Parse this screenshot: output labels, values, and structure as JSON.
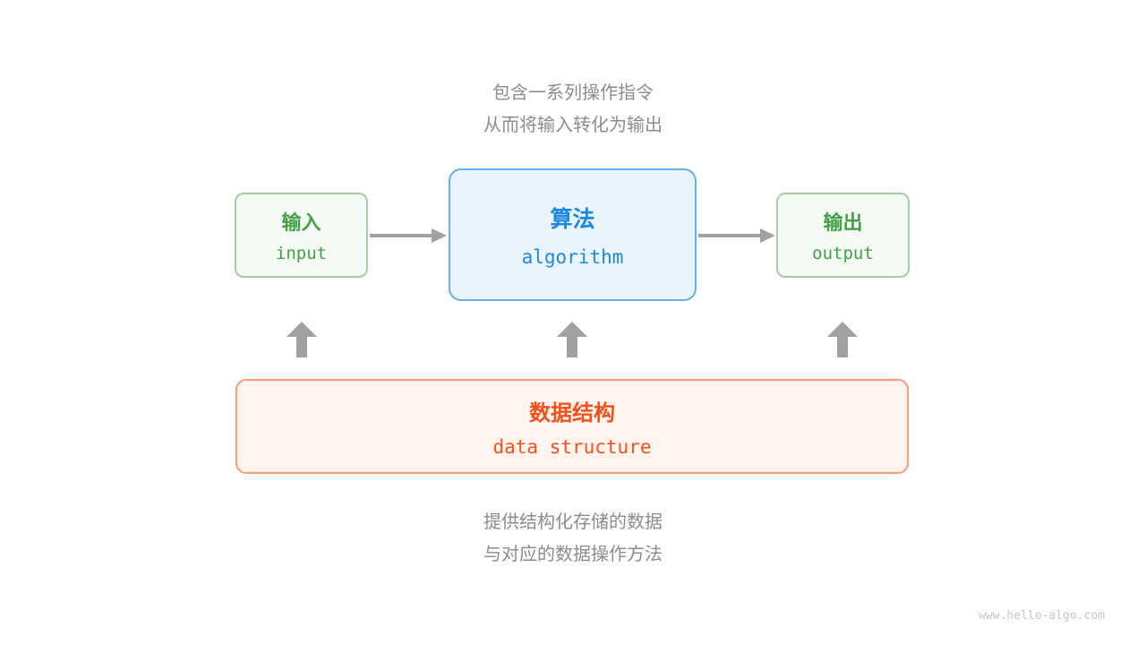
{
  "annotations": {
    "top_line1": "包含一系列操作指令",
    "top_line2": "从而将输入转化为输出",
    "bottom_line1": "提供结构化存储的数据",
    "bottom_line2": "与对应的数据操作方法"
  },
  "boxes": {
    "input": {
      "title": "输入",
      "subtitle": "input"
    },
    "algorithm": {
      "title": "算法",
      "subtitle": "algorithm"
    },
    "output": {
      "title": "输出",
      "subtitle": "output"
    },
    "data_structure": {
      "title": "数据结构",
      "subtitle": "data structure"
    }
  },
  "watermark": "www.hello-algo.com",
  "colors": {
    "green_text": "#43a047",
    "green_border": "#a5cda7",
    "green_fill": "#f4faf4",
    "blue_text": "#1e88e5",
    "blue_border": "#67aee6",
    "blue_fill": "#eaf4fc",
    "orange_text": "#f4511e",
    "orange_border": "#ff9b78",
    "orange_fill": "#fff4ee",
    "arrow_gray": "#a1a1a1",
    "annotation_gray": "#8c8c8c",
    "watermark_gray": "#c6c6c6"
  }
}
